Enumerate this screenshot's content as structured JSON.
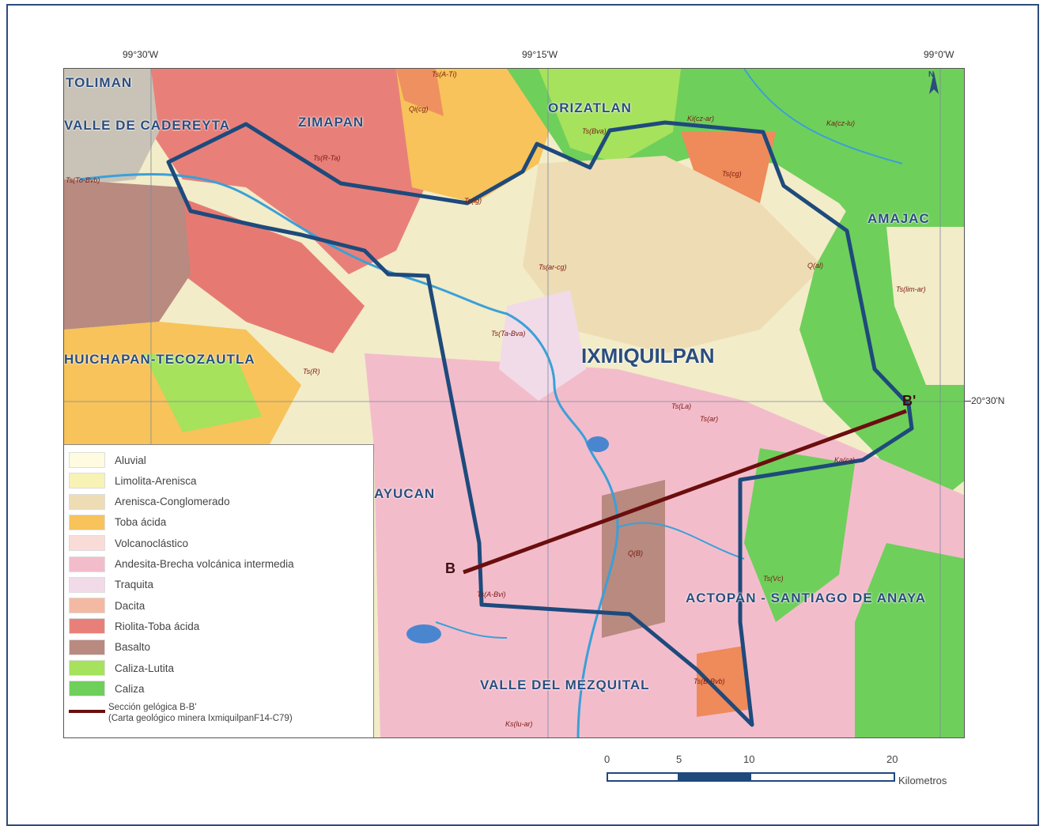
{
  "coords": {
    "lon_left": "99°30'W",
    "lon_mid": "99°15'W",
    "lon_right": "99°0'W",
    "lat": "20°30'N"
  },
  "north_arrow": "N",
  "regions": {
    "toliman": "TOLIMAN",
    "valle_cadereyta": "VALLE DE CADEREYTA",
    "zimapan": "ZIMAPAN",
    "orizatlan": "ORIZATLAN",
    "amajac": "AMAJAC",
    "huichapan": "HUICHAPAN-TECOZAUTLA",
    "ixmiquilpan": "IXMIQUILPAN",
    "alfajayucan": "AYUCAN",
    "actopan": "ACTOPAN - SANTIAGO DE ANAYA",
    "valle_mezquital": "VALLE DEL MEZQUITAL"
  },
  "units": {
    "ts_ati": "Ts(A-Ti)",
    "qi_cg": "Qi(cg)",
    "ts_bva_top": "Ts(Bva)",
    "ki_cz_ar": "Ki(cz-ar)",
    "ka_cz_lu": "Ka(cz-lu)",
    "ts_to_bvb": "Ts(To-Bvb)",
    "ts_r_ta": "Ts(R-Ta)",
    "ts_cg": "Ts(cg)",
    "ts_lg": "Ts(lg)",
    "ts_ar_cg": "Ts(ar-cg)",
    "q_al": "Q(al)",
    "ts_lim_ar": "Ts(lim-ar)",
    "ts_ta_bva": "Ts(Ta-Bva)",
    "ts_r": "Ts(R)",
    "ts_la": "Ts(La)",
    "ts_ar": "Ts(ar)",
    "ka_cz": "Ka(cz)",
    "q_b": "Q(B)",
    "ts_vc": "Ts(Vc)",
    "ts_a_bvi": "Ts(A-Bvi)",
    "ts_b_bvb": "Ts(B-Bvb)",
    "ks_lu_ar": "Ks(lu-ar)"
  },
  "section": {
    "b": "B",
    "b_prime": "B'"
  },
  "legend": {
    "items": [
      {
        "label": "Aluvial",
        "color": "#fffbe0"
      },
      {
        "label": "Limolita-Arenisca",
        "color": "#f7f3b5"
      },
      {
        "label": "Arenisca-Conglomerado",
        "color": "#eedcb4"
      },
      {
        "label": "Toba ácida",
        "color": "#f7c35a"
      },
      {
        "label": "Volcanoclástico",
        "color": "#f9dcd7"
      },
      {
        "label": "Andesita-Brecha volcánica intermedia",
        "color": "#f3bccb"
      },
      {
        "label": "Traquita",
        "color": "#f1dbe9"
      },
      {
        "label": "Dacita",
        "color": "#f4b9a3"
      },
      {
        "label": "Riolita-Toba ácida",
        "color": "#e88079"
      },
      {
        "label": "Basalto",
        "color": "#b88a80"
      },
      {
        "label": "Caliza-Lutita",
        "color": "#a6e25c"
      },
      {
        "label": "Caliza",
        "color": "#6fcf5b"
      }
    ],
    "section_line_1": "Sección gelógica B-B'",
    "section_line_2": "(Carta geológico minera IxmiquilpanF14-C79)",
    "section_color": "#6b0e0e"
  },
  "scale": {
    "ticks": [
      "0",
      "5",
      "10",
      "20"
    ],
    "unit": "Kilometros"
  },
  "colors": {
    "boundary": "#1e4a7c",
    "label": "#2a4d7e"
  }
}
